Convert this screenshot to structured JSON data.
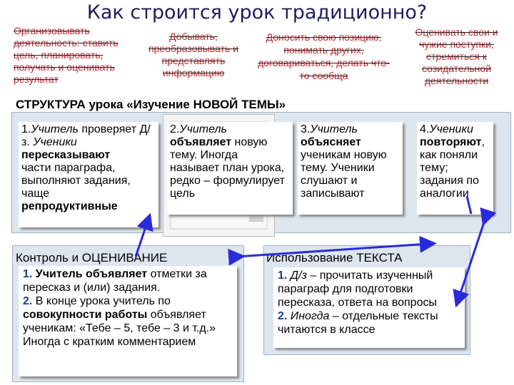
{
  "title": "Как строится урок традиционно?",
  "goals": {
    "g1": "Организовывать деятельность: ставить цель, планировать, получать и оценивать результат",
    "g2": "Добывать, преобразовывать и представлять информацию",
    "g3": "Доносить свою позицию, понимать других, договариваться, делать что-то сообща",
    "g4": "Оценивать свои и чужие поступки, стремиться к созидательной деятельности"
  },
  "structure": {
    "label": "СТРУКТУРА урока «Изучение НОВОЙ ТЕМЫ»"
  },
  "step1": {
    "n": "1.",
    "a": "Учитель",
    "b": " проверяет Д/з. ",
    "c": "Ученики",
    "d": "пересказывают",
    "e": "части параграфа, выполняют задания, чаще",
    "f": "репродуктивные"
  },
  "step2": {
    "n": "2.",
    "a": "Учитель",
    "b": "объявляет",
    "c": " новую тему. Иногда называет план урока, редко – формулирует цель"
  },
  "step3": {
    "n": "3.",
    "a": "Учитель",
    "b": "объясняет",
    "c": " ученикам новую тему. Ученики слушают и записывают"
  },
  "step4": {
    "n": "4.",
    "a": "Ученики",
    "b": "повторяют",
    "c": ", как поняли тему; задания по аналогии"
  },
  "control": {
    "head": "Контроль и ОЦЕНИВАНИЕ",
    "n1": "1.",
    "t1a": " Учитель объявляет",
    "t1b": " отметки за пересказ и (или) задания.",
    "n2": "2.",
    "t2a": " В конце урока учитель по ",
    "t2b": "совокупности работы",
    "t2c": " объявляет ученикам: «Тебе – 5, тебе – 3 и т.д.» Иногда с кратким комментарием"
  },
  "text_use": {
    "head": "Использование ТЕКСТА",
    "n1": "1.",
    "t1a": "Д/з",
    "t1b": " – прочитать изученный параграф для подготовки пересказа, ответа на вопросы",
    "n2": "2.",
    "t2a": "Иногда",
    "t2b": " – отдельные тексты читаются в классе"
  },
  "colors": {
    "title": "#1f1f5c",
    "goal_text": "#c0282d",
    "panel": "#dde6ef",
    "arrow": "#2a2ad8",
    "number": "#1f3c8c"
  }
}
